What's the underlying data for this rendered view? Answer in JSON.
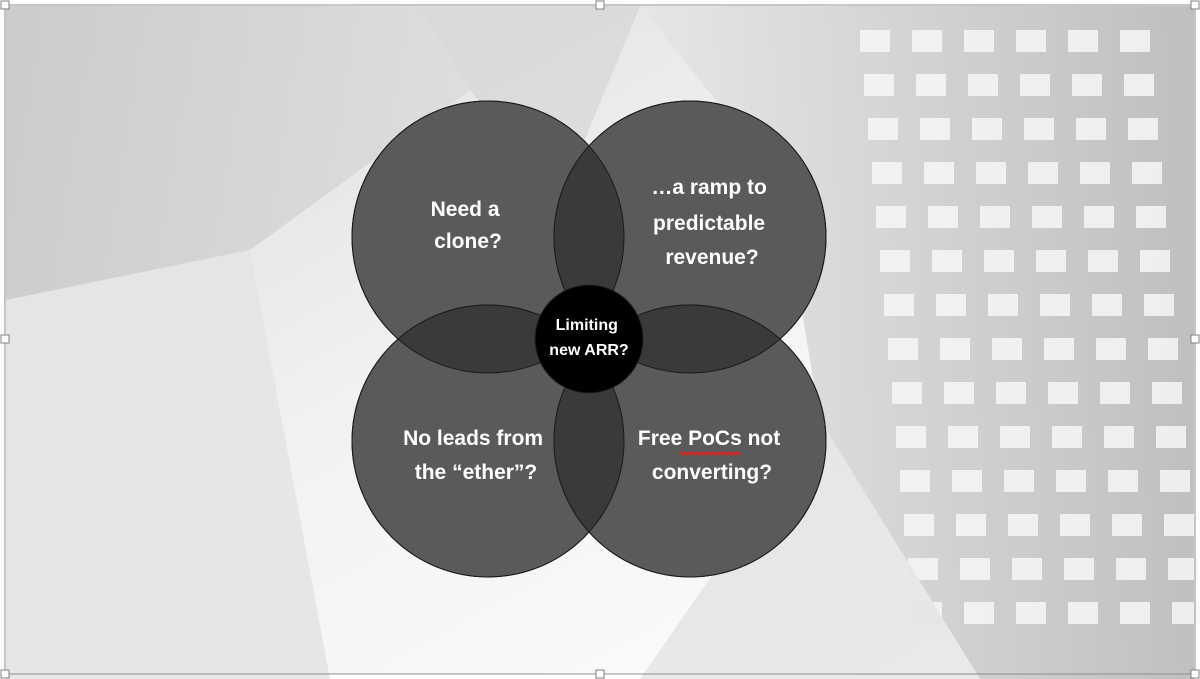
{
  "diagram": {
    "center_label": [
      "Limiting",
      "new ARR?"
    ],
    "circles": [
      {
        "id": "top-left",
        "lines": [
          "Need a",
          "clone?"
        ]
      },
      {
        "id": "top-right",
        "lines": [
          "…a ramp to",
          "predictable",
          "revenue?"
        ]
      },
      {
        "id": "bottom-left",
        "lines": [
          "No leads from",
          "the “ether”?"
        ]
      },
      {
        "id": "bottom-right",
        "lines": [
          "Free PoCs not",
          "converting?"
        ]
      }
    ],
    "spellcheck_word": "PoCs",
    "colors": {
      "circle_fill": "#5a5a5a",
      "overlap_fill": "#3a3a3a",
      "center_fill": "#000000",
      "text": "#ffffff",
      "spellcheck_underline": "#e0201c"
    }
  }
}
